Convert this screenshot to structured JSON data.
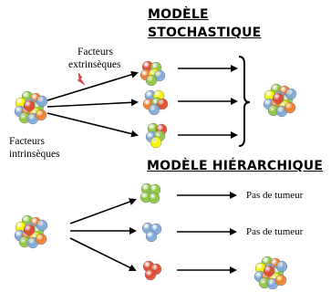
{
  "titles": {
    "stochastic_line1": "MODÈLE",
    "stochastic_line2": "STOCHASTIQUE",
    "hierarchical": "MODÈLE HIÉRARCHIQUE"
  },
  "labels": {
    "extrinsic_line1": "Facteurs",
    "extrinsic_line2": "extrinsèques",
    "intrinsic_line1": "Facteurs",
    "intrinsic_line2": "intrinsèques"
  },
  "outcomes": {
    "no_tumor_1": "Pas de tumeur",
    "no_tumor_2": "Pas de tumeur"
  },
  "colors": {
    "green": "#8cc63f",
    "orange": "#ee7d30",
    "yellow": "#f8f200",
    "blue": "#7fa8d8",
    "red": "#e04a2e",
    "lightning": "#e8453c",
    "arrow": "#000000"
  }
}
